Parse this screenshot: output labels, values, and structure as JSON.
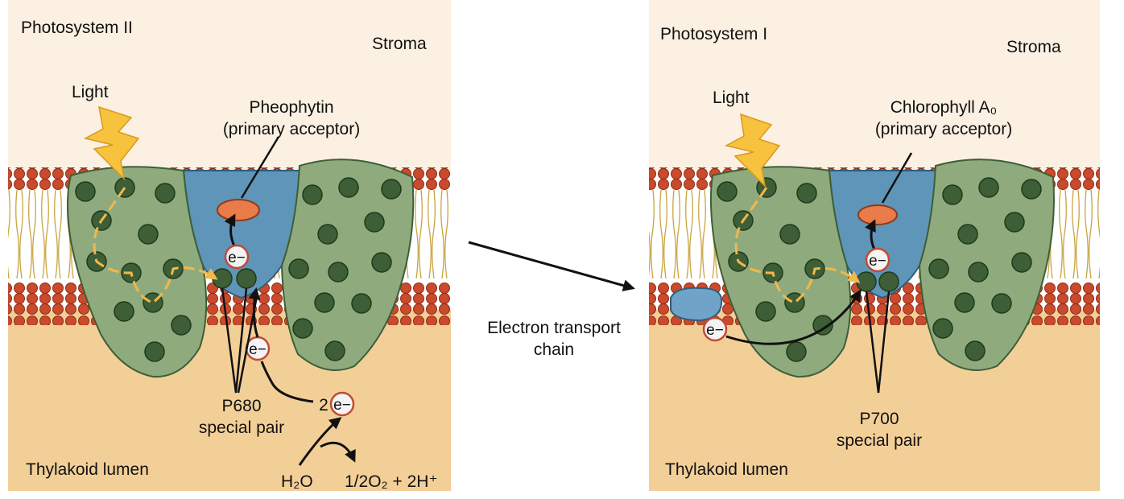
{
  "colors": {
    "stroma": "#fbf0e2",
    "lumen": "#f3cf98",
    "protein": "#8fab7e",
    "pigment": "#3d5e36",
    "channel": "#5f95b8",
    "lipid_head": "#c94a2c",
    "acceptor": "#ea7b4a",
    "light": "#f7c23e",
    "energy_arrow": "#f2b84b"
  },
  "psii": {
    "title": "Photosystem II",
    "stroma": "Stroma",
    "light": "Light",
    "acceptor_line1": "Pheophytin",
    "acceptor_line2": "(primary acceptor)",
    "electron": "e−",
    "pair_line1": "P680",
    "pair_line2": "special pair",
    "lumen": "Thylakoid lumen",
    "two_e": "2",
    "water": "H₂O",
    "products": "1/2O₂ + 2H⁺"
  },
  "psi": {
    "title": "Photosystem I",
    "stroma": "Stroma",
    "light": "Light",
    "acceptor_line1": "Chlorophyll A₀",
    "acceptor_line2": "(primary acceptor)",
    "electron": "e−",
    "pair_line1": "P700",
    "pair_line2": "special pair",
    "lumen": "Thylakoid lumen"
  },
  "transport": {
    "line1": "Electron transport",
    "line2": "chain"
  }
}
